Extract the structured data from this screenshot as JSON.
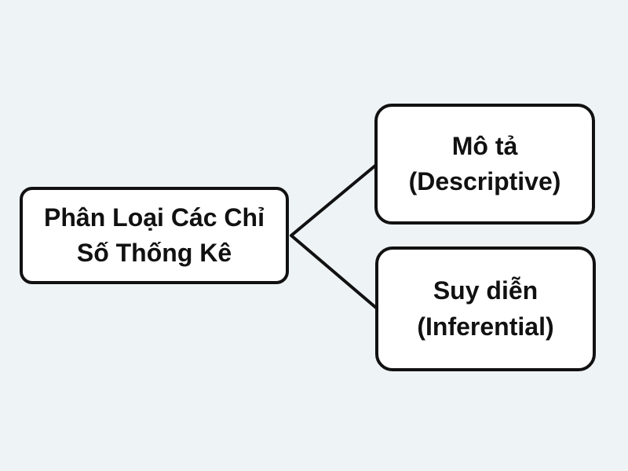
{
  "diagram": {
    "type": "mind-map",
    "background_color": "#eef3f6",
    "node_fill": "#ffffff",
    "node_border_color": "#111111",
    "connector_color": "#111111",
    "root": {
      "label": "Phân Loại Các Chỉ Số Thống Kê",
      "line1": "Phân Loại Các Chỉ",
      "line2": "Số Thống Kê"
    },
    "children": [
      {
        "label": "Mô tả (Descriptive)",
        "line1": "Mô tả",
        "line2": "(Descriptive)"
      },
      {
        "label": "Suy diễn (Inferential)",
        "line1": "Suy diễn",
        "line2": "(Inferential)"
      }
    ]
  }
}
